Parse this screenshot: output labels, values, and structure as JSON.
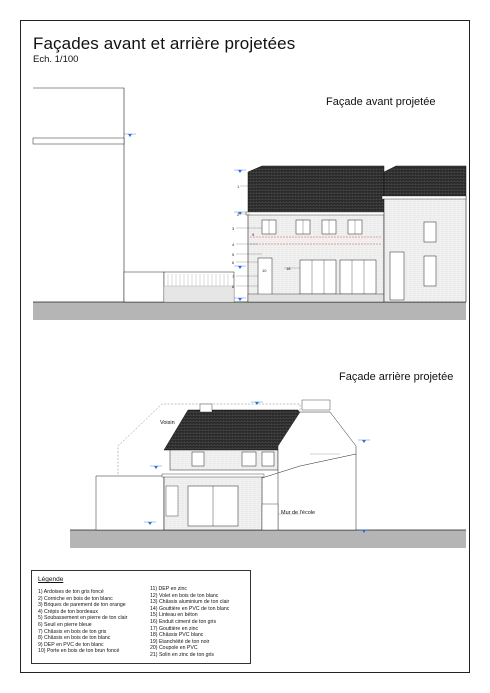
{
  "title": "Façades avant et arrière projetées",
  "scale": "Ech. 1/100",
  "front": {
    "title": "Façade avant projetée"
  },
  "rear": {
    "title": "Façade arrière projetée",
    "neighbor_label": "Voisin",
    "wall_label": "Mur de l'école"
  },
  "legend": {
    "title": "Légende",
    "items_left": [
      "1) Ardoises de ton gris foncé",
      "2) Corniche en bois de ton blanc",
      "3) Briques de parement de ton orange",
      "4) Crépis de ton bordeaux",
      "5) Soubassement en pierre de ton clair",
      "6) Seuil en pierre bleue",
      "7) Châssis en bois de ton gris",
      "8) Châssis en bois de ton blanc",
      "9) DEP en PVC de ton blanc",
      "10) Porte en bois de ton brun foncé"
    ],
    "items_right": [
      "11) DEP en zinc",
      "12) Volet en bois de ton blanc",
      "13) Châssis aluminium de ton clair",
      "14) Gouttière en PVC de ton blanc",
      "15) Linteau en béton",
      "16) Enduit ciment de ton gris",
      "17) Gouttière en zinc",
      "18) Châssis PVC blanc",
      "19) Etanchéité de ton noir",
      "20) Coupole en PVC",
      "21) Solin en zinc de ton gris"
    ]
  },
  "tags_front": [
    "1",
    "2",
    "3",
    "4",
    "5",
    "6",
    "7",
    "8",
    "9",
    "10",
    "18"
  ],
  "colors": {
    "roof": "#2b2b2b",
    "line": "#222222",
    "accent": "#2a6fd6",
    "lintel": "#e05050"
  }
}
